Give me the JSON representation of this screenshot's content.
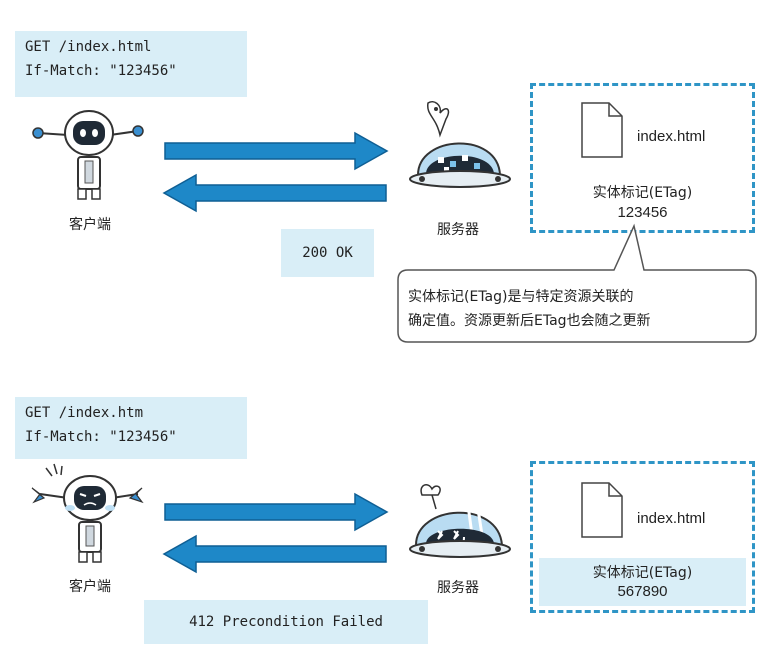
{
  "top": {
    "request_line1": "GET /index.html",
    "request_line2": "If-Match: \"123456\"",
    "client_label": "客户端",
    "server_label": "服务器",
    "response_text": "200 OK",
    "file_name": "index.html",
    "etag_title": "实体标记(ETag)",
    "etag_value": "123456",
    "callout_line1": "实体标记(ETag)是与特定资源关联的",
    "callout_line2": "确定值。资源更新后ETag也会随之更新"
  },
  "bottom": {
    "request_line1": "GET /index.htm",
    "request_line2": "If-Match: \"123456\"",
    "client_label": "客户端",
    "server_label": "服务器",
    "response_text": "412 Precondition Failed",
    "file_name": "index.html",
    "etag_title": "实体标记(ETag)",
    "etag_value": "567890"
  },
  "colors": {
    "arrow": "#1e88c8",
    "box_bg": "#d9eef7",
    "dash_border": "#2f95c6",
    "client_icon": "client-robot-icon",
    "server_icon": "server-robot-icon"
  }
}
